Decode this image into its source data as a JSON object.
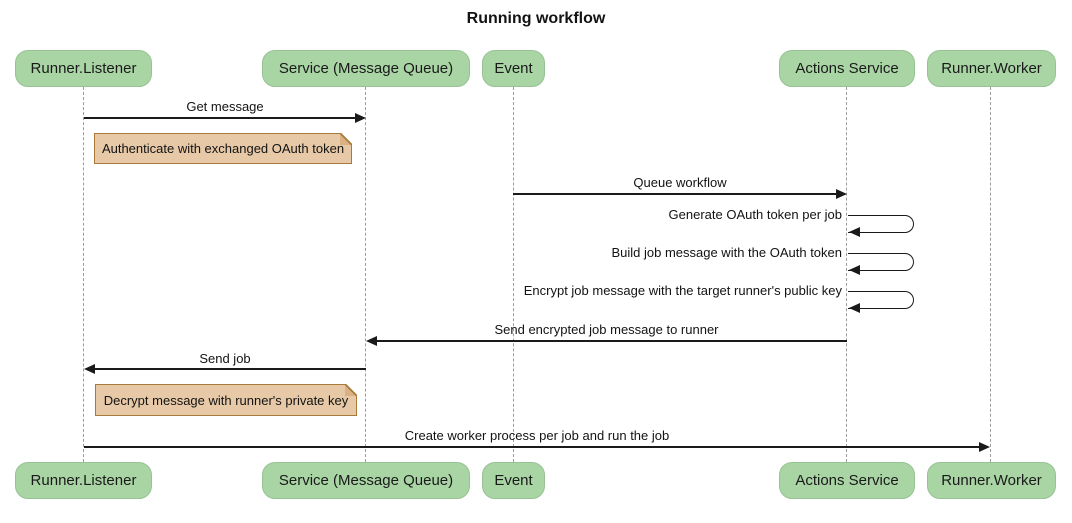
{
  "title": "Running workflow",
  "diagram": {
    "type": "sequence",
    "participants": [
      {
        "id": "runner-listener",
        "label": "Runner.Listener"
      },
      {
        "id": "service-mq",
        "label": "Service (Message Queue)"
      },
      {
        "id": "event",
        "label": "Event"
      },
      {
        "id": "actions-service",
        "label": "Actions Service"
      },
      {
        "id": "runner-worker",
        "label": "Runner.Worker"
      }
    ],
    "messages": [
      {
        "label": "Get message",
        "from": "Runner.Listener",
        "to": "Service (Message Queue)",
        "kind": "arrow"
      },
      {
        "label": "Queue workflow",
        "from": "Event",
        "to": "Actions Service",
        "kind": "arrow"
      },
      {
        "label": "Generate OAuth token per job",
        "from": "Actions Service",
        "to": "Actions Service",
        "kind": "self-loop"
      },
      {
        "label": "Build job message with the OAuth token",
        "from": "Actions Service",
        "to": "Actions Service",
        "kind": "self-loop"
      },
      {
        "label": "Encrypt job message with the target runner's public key",
        "from": "Actions Service",
        "to": "Actions Service",
        "kind": "self-loop"
      },
      {
        "label": "Send encrypted job message to runner",
        "from": "Actions Service",
        "to": "Service (Message Queue)",
        "kind": "arrow"
      },
      {
        "label": "Send job",
        "from": "Service (Message Queue)",
        "to": "Runner.Listener",
        "kind": "arrow"
      },
      {
        "label": "Create worker process per job and run the job",
        "from": "Runner.Listener",
        "to": "Runner.Worker",
        "kind": "arrow"
      }
    ],
    "notes": [
      {
        "text": "Authenticate with exchanged OAuth token",
        "near": "Runner.Listener"
      },
      {
        "text": "Decrypt message with runner's private key",
        "near": "Runner.Listener"
      }
    ],
    "colors": {
      "participant_fill": "#a9d4a4",
      "note_fill": "#e7c9a7",
      "note_border": "#aa7a39",
      "message_line": "#1a1a1a",
      "lifeline": "#9c9c9c",
      "background": "#ffffff"
    }
  }
}
